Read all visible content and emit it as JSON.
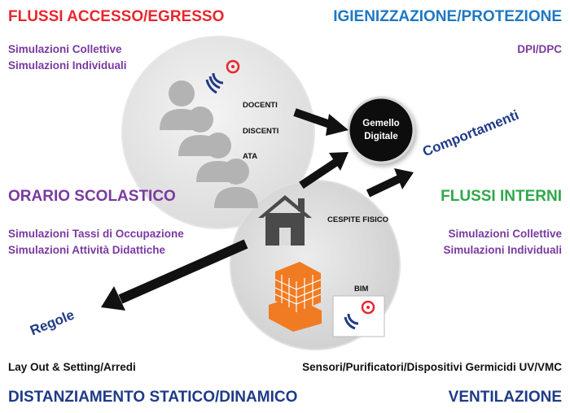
{
  "corners": {
    "top_left": {
      "title": "FLUSSI ACCESSO/EGRESSO",
      "lines": [
        "Simulazioni Collettive",
        "Simulazioni Individuali"
      ]
    },
    "top_right": {
      "title": "IGIENIZZAZIONE/PROTEZIONE",
      "lines": [
        "DPI/DPC"
      ]
    },
    "mid_left": {
      "title": "ORARIO SCOLASTICO",
      "lines": [
        "Simulazioni Tassi di Occupazione",
        "Simulazioni Attività Didattiche"
      ]
    },
    "mid_right": {
      "title": "FLUSSI INTERNI",
      "lines": [
        "Simulazioni Collettive",
        "Simulazioni Individuali"
      ]
    },
    "bottom_left": {
      "subtitle": "Lay Out & Setting/Arredi",
      "title": "DISTANZIAMENTO STATICO/DINAMICO"
    },
    "bottom_right": {
      "subtitle": "Sensori/Purificatori/Dispositivi Germicidi UV/VMC",
      "title": "VENTILAZIONE"
    }
  },
  "people_circle": {
    "labels": [
      "DOCENTI",
      "DISCENTI",
      "ATA"
    ]
  },
  "building_circle": {
    "labels": [
      "CESPITE FISICO",
      "BIM"
    ]
  },
  "center": {
    "line1": "Gemello",
    "line2": "Digitale"
  },
  "arrow_labels": {
    "comportamenti": "Comportamenti",
    "regole": "Regole"
  },
  "colors": {
    "red": "#e8262d",
    "blue": "#1f78c1",
    "purple": "#7a3aa0",
    "green": "#2fa84a",
    "navy": "#1f3b86",
    "orange": "#f07b22"
  },
  "icons": [
    "wifi-sensor-icon",
    "person-icon",
    "house-icon",
    "building-icon"
  ]
}
